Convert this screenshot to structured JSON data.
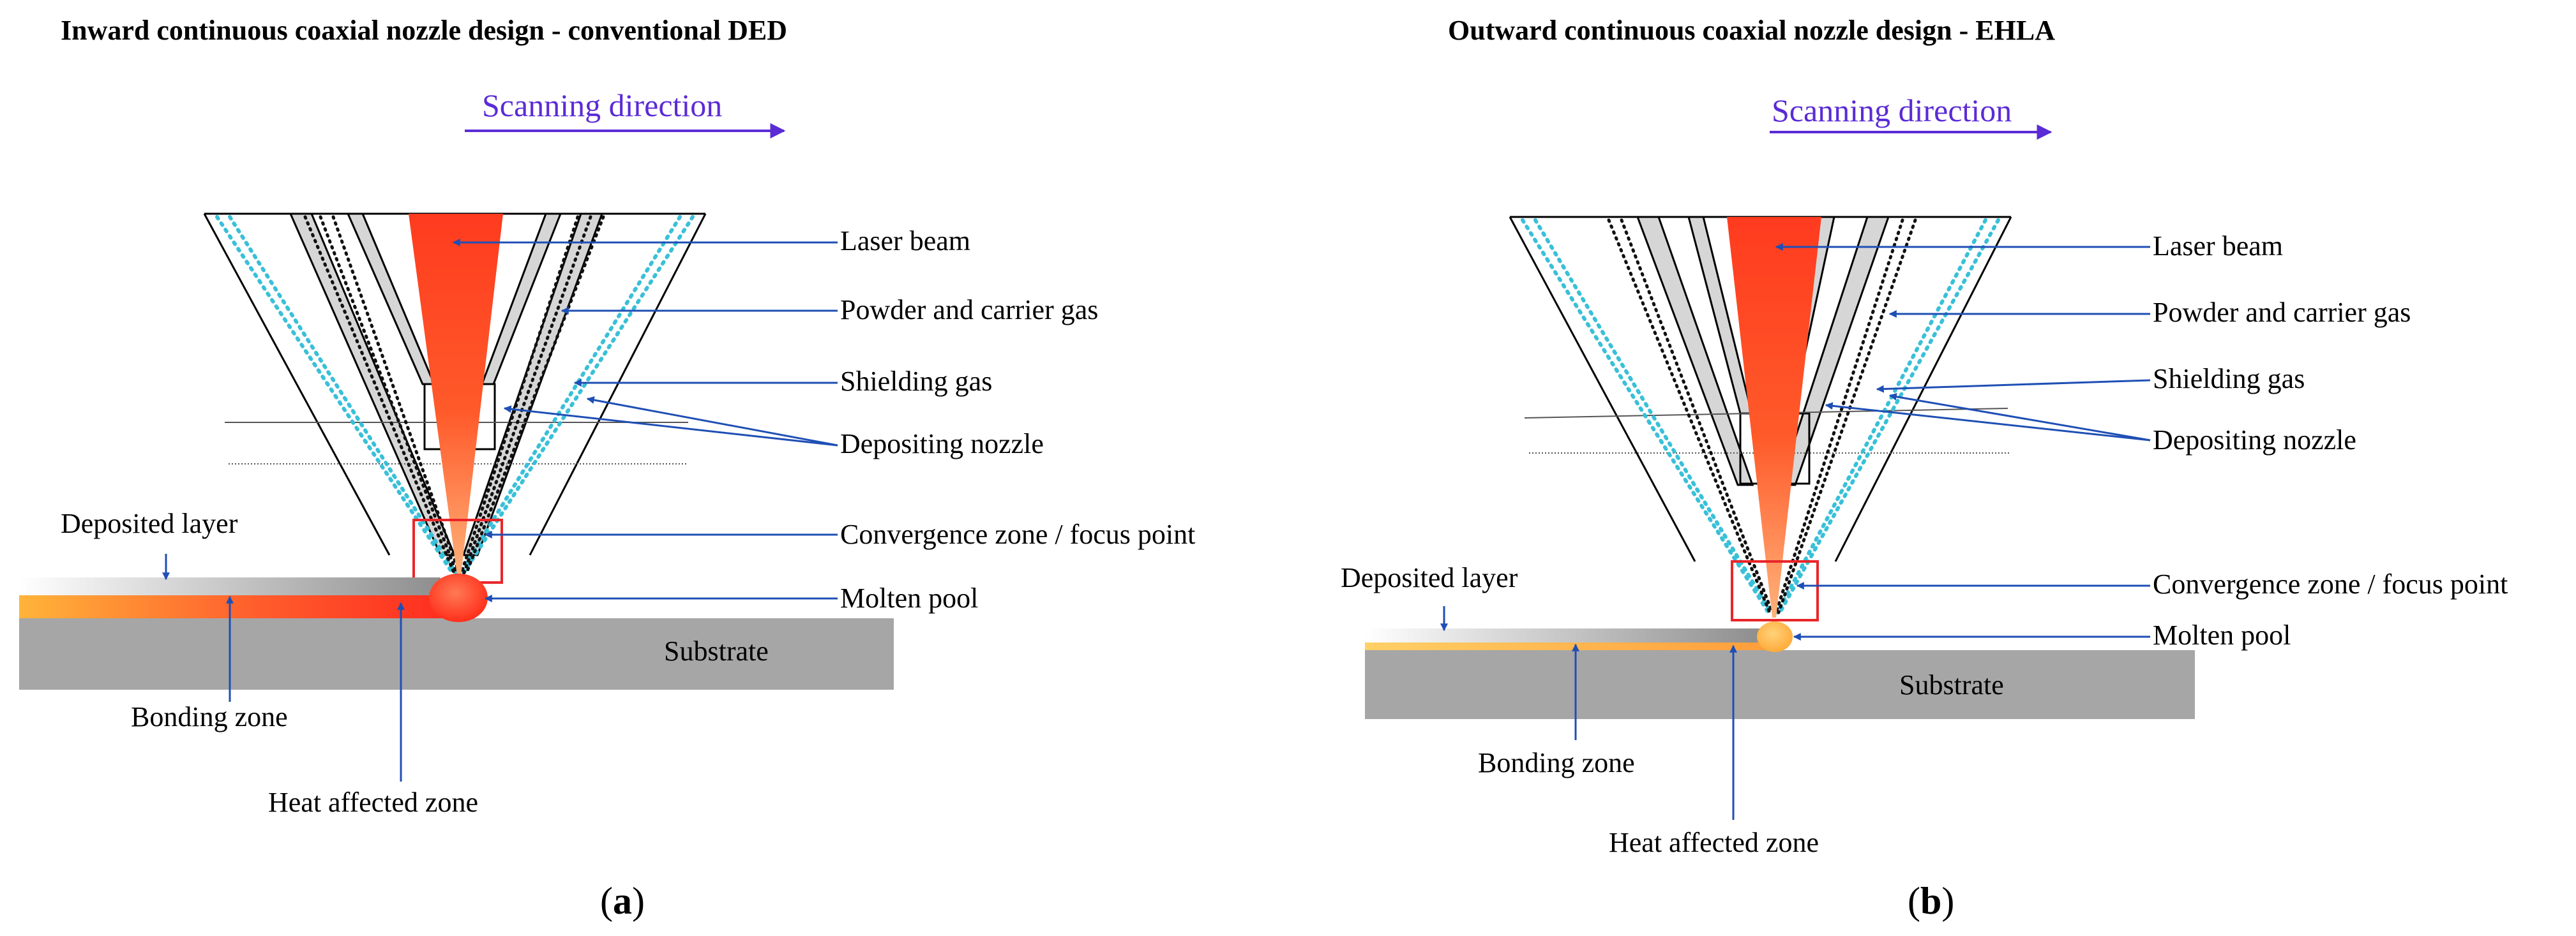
{
  "panels": [
    {
      "title": "Inward continuous coaxial nozzle design - conventional DED",
      "scanning_label": "Scanning direction",
      "labels": {
        "laser_beam": "Laser beam",
        "powder": "Powder and carrier gas",
        "shielding": "Shielding gas",
        "nozzle": "Depositing nozzle",
        "convergence": "Convergence zone / focus point",
        "molten": "Molten pool",
        "substrate": "Substrate",
        "deposited": "Deposited layer",
        "bonding": "Bonding zone",
        "haz": "Heat affected zone"
      },
      "caption": {
        "open": "(",
        "letter": "a",
        "close": ")"
      }
    },
    {
      "title": "Outward continuous coaxial nozzle design - EHLA",
      "scanning_label": "Scanning direction",
      "labels": {
        "laser_beam": "Laser beam",
        "powder": "Powder and carrier gas",
        "shielding": "Shielding gas",
        "nozzle": "Depositing nozzle",
        "convergence": "Convergence zone / focus point",
        "molten": "Molten pool",
        "substrate": "Substrate",
        "deposited": "Deposited layer",
        "bonding": "Bonding zone",
        "haz": "Heat affected zone"
      },
      "caption": {
        "open": "(",
        "letter": "b",
        "close": ")"
      }
    }
  ],
  "colors": {
    "arrow": "#5b2bd6",
    "leader": "#1f4fb5",
    "gas": "#39c0d8",
    "substrate": "#a6a6a6",
    "focus_box": "#e8262a",
    "laser_top": "#ff3b1f",
    "laser_bottom": "#ffb27a"
  }
}
